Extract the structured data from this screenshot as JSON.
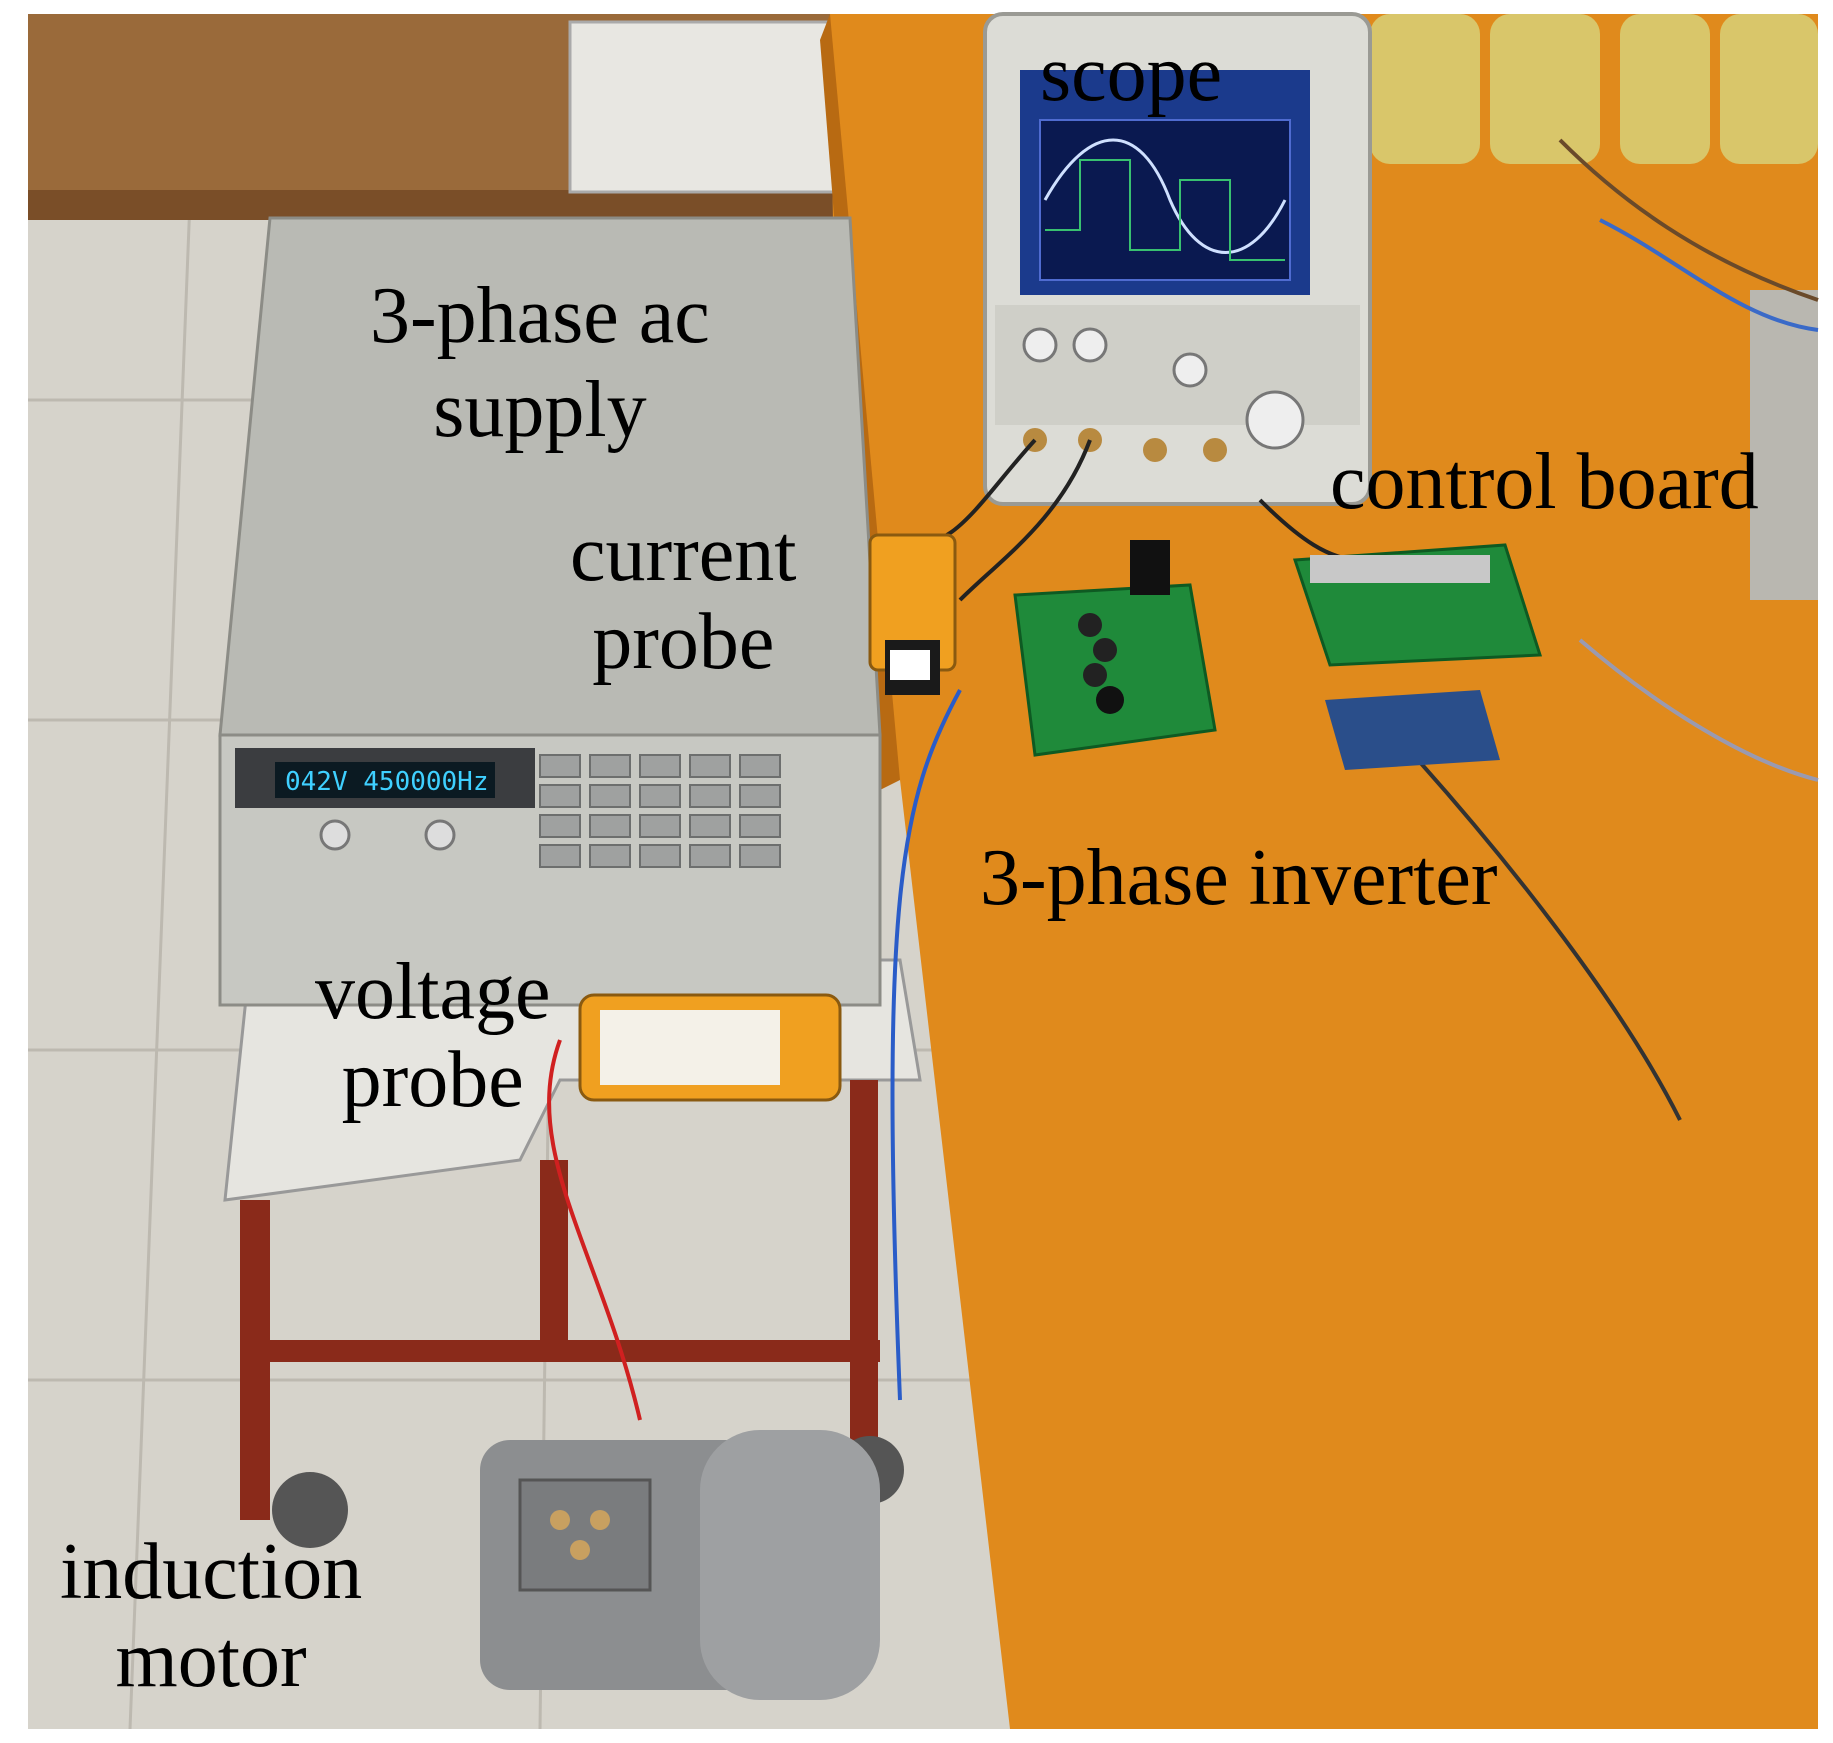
{
  "labels": {
    "scope": "scope",
    "supply_line1": "3-phase ac",
    "supply_line2": "supply",
    "control_board": "control board",
    "current_line1": "current",
    "current_line2": "probe",
    "inverter": "3-phase inverter",
    "voltage_line1": "voltage",
    "voltage_line2": "probe",
    "motor_line1": "induction",
    "motor_line2": "motor"
  },
  "scope_screen_text": "",
  "supply_display_text": "042V 450000Hz",
  "colors": {
    "table": "#e08a1c",
    "floor": "#cfccc4",
    "supply_body": "#b9bab4",
    "pcb": "#1f8a3a",
    "probe": "#f0a020",
    "cart": "#8a2a1a"
  }
}
